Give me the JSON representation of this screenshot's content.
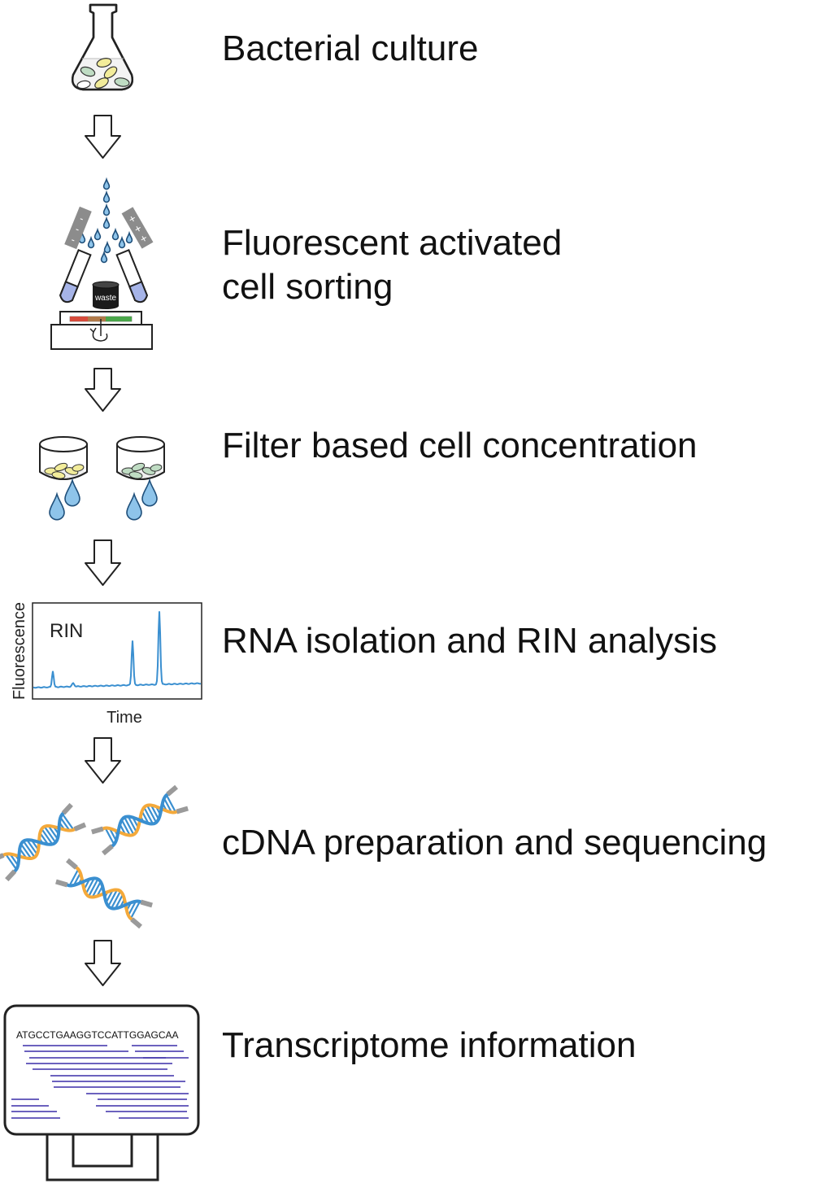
{
  "steps": [
    {
      "label": "Bacterial culture"
    },
    {
      "label_line1": "Fluorescent activated",
      "label_line2": "cell sorting"
    },
    {
      "label": "Filter based cell concentration"
    },
    {
      "label": "RNA isolation and RIN analysis"
    },
    {
      "label": "cDNA preparation and sequencing"
    },
    {
      "label": "Transcriptome information"
    }
  ],
  "facs": {
    "waste_label": "waste",
    "minus_signs": [
      "-",
      "-",
      "-"
    ],
    "plus_signs": [
      "+",
      "+",
      "+"
    ]
  },
  "rin_plot": {
    "inset_label": "RIN",
    "ylabel": "Fluorescence",
    "xlabel": "Time",
    "trace_color": "#3a8fd0"
  },
  "transcriptome": {
    "sequence": "ATGCCTGAAGGTCCATTGGAGCAA",
    "read_color": "#3b2ea8"
  },
  "colors": {
    "dna_blue": "#3a8fd0",
    "dna_orange": "#f4a93a",
    "droplet": "#8ec4ea",
    "yellow_cell": "#f2ec9a",
    "green_cell": "#bfdcc3"
  }
}
